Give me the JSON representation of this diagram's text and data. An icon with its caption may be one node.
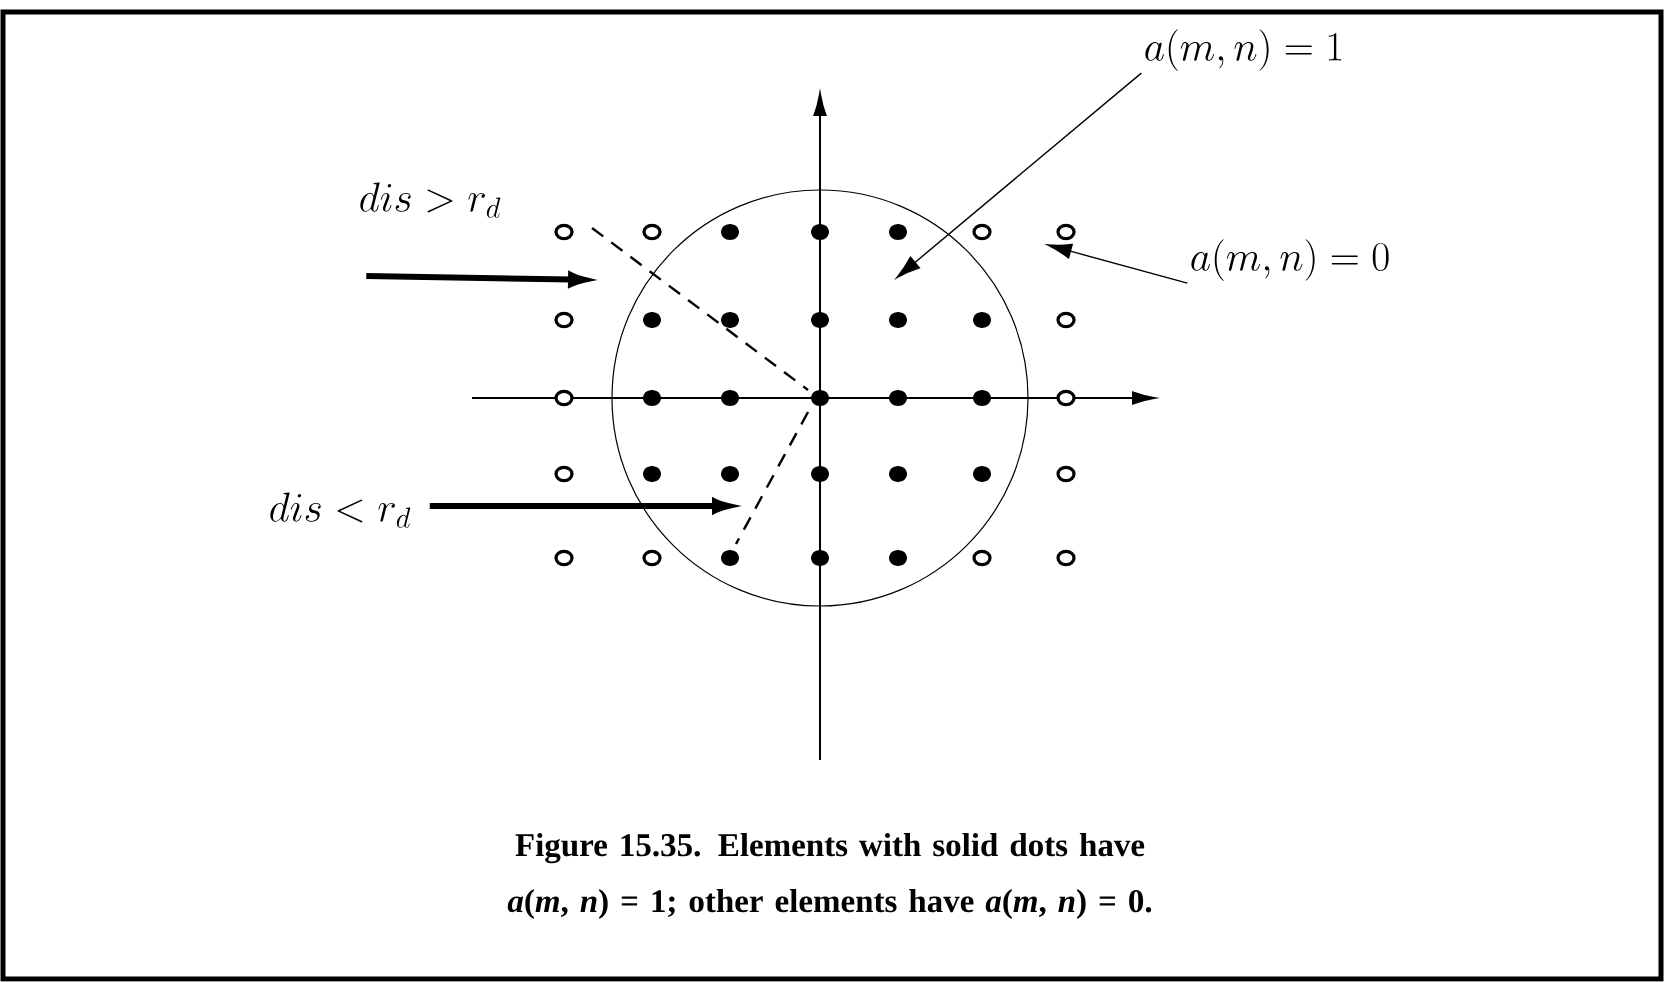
{
  "diagram": {
    "caption": "Figure 15.35. Elements with solid dots have *a*(*m*, *n*) = 1; other elements have *a*(*m*, *n*) = 0.",
    "nodes": [
      {
        "text": [
          "a(m, n) = 1"
        ]
      },
      {
        "text": [
          "dis > r_d"
        ]
      },
      {
        "text": [
          "a(m, n) = 0"
        ]
      },
      {
        "text": [
          "dis < r_d"
        ]
      }
    ],
    "edges": [
      {
        "from": 0,
        "to": null,
        "arrow": "to"
      },
      {
        "from": 1,
        "to": null,
        "arrow": "to",
        "style": "thick"
      },
      {
        "from": 2,
        "to": null,
        "arrow": "to"
      },
      {
        "from": 3,
        "to": null,
        "arrow": "to",
        "style": "thick"
      }
    ]
  }
}
